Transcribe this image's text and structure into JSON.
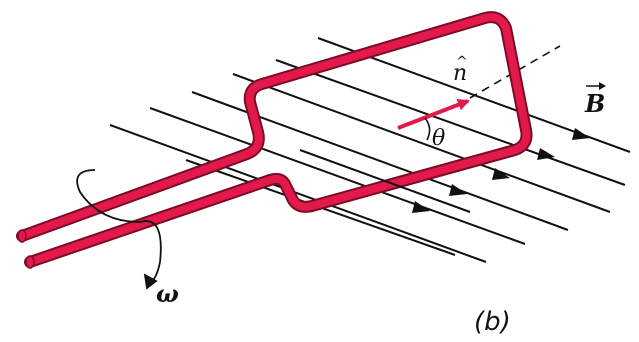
{
  "figure": {
    "sublabel": "(b)",
    "labels": {
      "normal": "n",
      "normal_hat": "^",
      "field": "B",
      "angle": "θ",
      "angular_velocity": "ω"
    },
    "colors": {
      "loop": "#e4194b",
      "field_lines": "#111111",
      "normal_vector": "#e4194b",
      "text": "#111111",
      "background": "#ffffff"
    },
    "field_line_count": 7
  }
}
